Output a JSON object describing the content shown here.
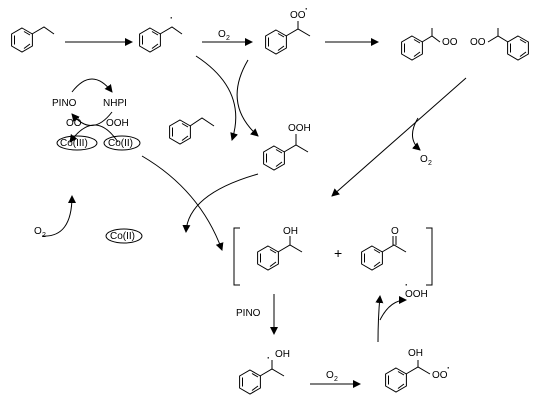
{
  "labels": {
    "o2": "O",
    "o2_sub": "2",
    "radical_dot": "·",
    "pino": "PINO",
    "nhpi": "NHPI",
    "oo": "OO",
    "ooh": "OOH",
    "oh": "OH",
    "o": "O",
    "co3": "Co(III)",
    "co2": "Co(II)",
    "plus": "+"
  }
}
